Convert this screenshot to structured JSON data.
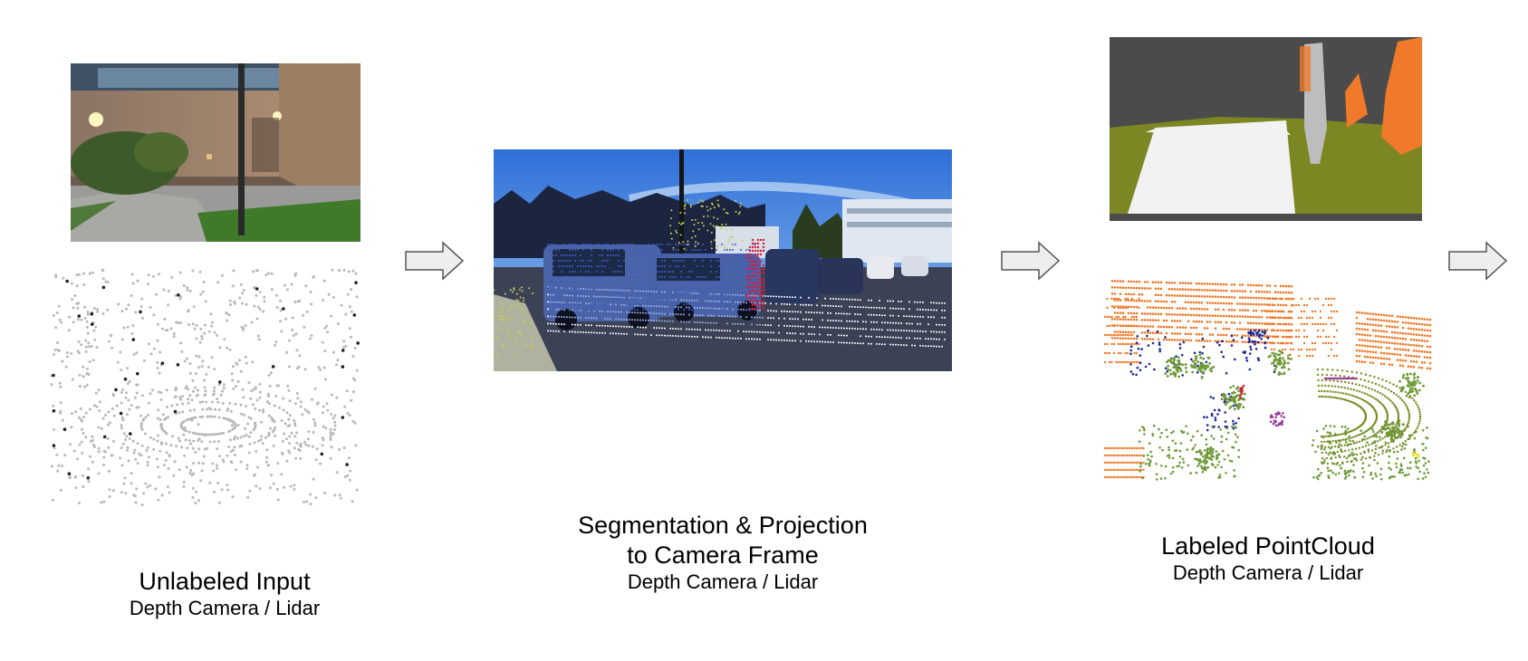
{
  "stages": [
    {
      "title": "Unlabeled Input",
      "subtitle": "Depth Camera / Lidar"
    },
    {
      "title_lines": [
        "Segmentation & Projection",
        "to Camera Frame"
      ],
      "subtitle": "Depth Camera / Lidar"
    },
    {
      "title": "Labeled PointCloud",
      "subtitle": "Depth Camera / Lidar"
    }
  ],
  "icons": {
    "flow_arrow": "right-arrow-icon"
  },
  "colors": {
    "label_orange": "#f07a2a",
    "label_olive": "#7a8a22",
    "label_green": "#6f9a3a",
    "label_navy": "#1a2590",
    "label_magenta": "#9a3a9a",
    "label_red": "#d81b3c",
    "label_white": "#f2f2f2",
    "label_gray": "#4b4b4b",
    "lidar_gray": "#b8b8b8"
  }
}
